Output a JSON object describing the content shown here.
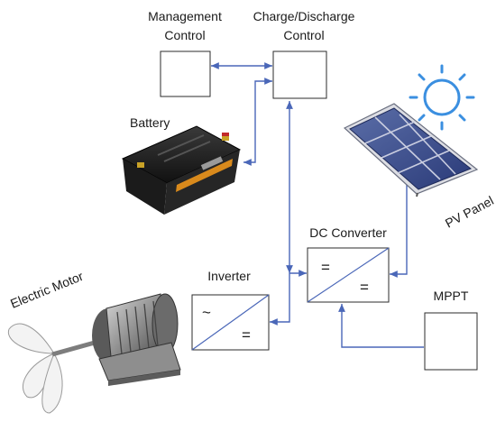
{
  "labels": {
    "management_line1": "Management",
    "management_line2": "Control",
    "charge_line1": "Charge/Discharge",
    "charge_line2": "Control",
    "battery": "Battery",
    "pv_panel": "PV Panel",
    "dc_converter": "DC Converter",
    "inverter": "Inverter",
    "mppt": "MPPT",
    "electric_motor": "Electric Motor"
  },
  "symbols": {
    "dc_in": "=",
    "dc_out": "=",
    "ac": "~",
    "inv_dc": "="
  },
  "colors": {
    "connector": "#4a67b8",
    "box_border": "#2b2b2b",
    "sun": "#3b8fe0"
  },
  "icons": [
    "battery-icon",
    "solar-panel-icon",
    "sun-icon",
    "electric-motor-icon"
  ]
}
